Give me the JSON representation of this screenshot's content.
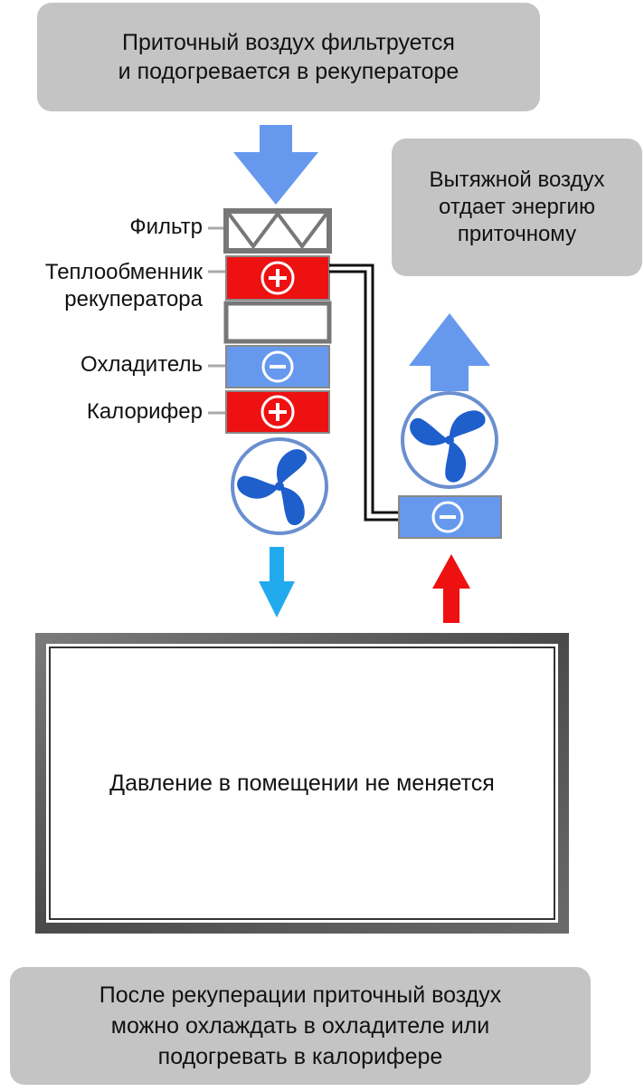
{
  "bubbles": {
    "top": "Приточный воздух фильтруется\nи подогревается в рекуператоре",
    "right": "Вытяжной воздух\nотдает энергию\nприточному",
    "bottom": "После рекуперации приточный воздух\nможно охлаждать в охладителе или\nподогревать в калорифере"
  },
  "labels": {
    "filter": "Фильтр",
    "heat_exchanger": "Теплообменник\nрекуператора",
    "cooler": "Охладитель",
    "heater": "Калорифер"
  },
  "room": {
    "text": "Давление в помещении не меняется"
  },
  "colors": {
    "bubble": "#c4c4c4",
    "air_arrow_blue": "#6699ee",
    "supply_arrow_cyan": "#22aaee",
    "return_arrow_red": "#ee1111",
    "hot_block": "#ee1111",
    "cold_block": "#6699ee",
    "fan_blade": "#1e5fcc"
  },
  "icons": {
    "plus": "plus-circle-icon",
    "minus": "minus-circle-icon",
    "fan": "fan-icon",
    "arrow": "arrow-icon"
  }
}
